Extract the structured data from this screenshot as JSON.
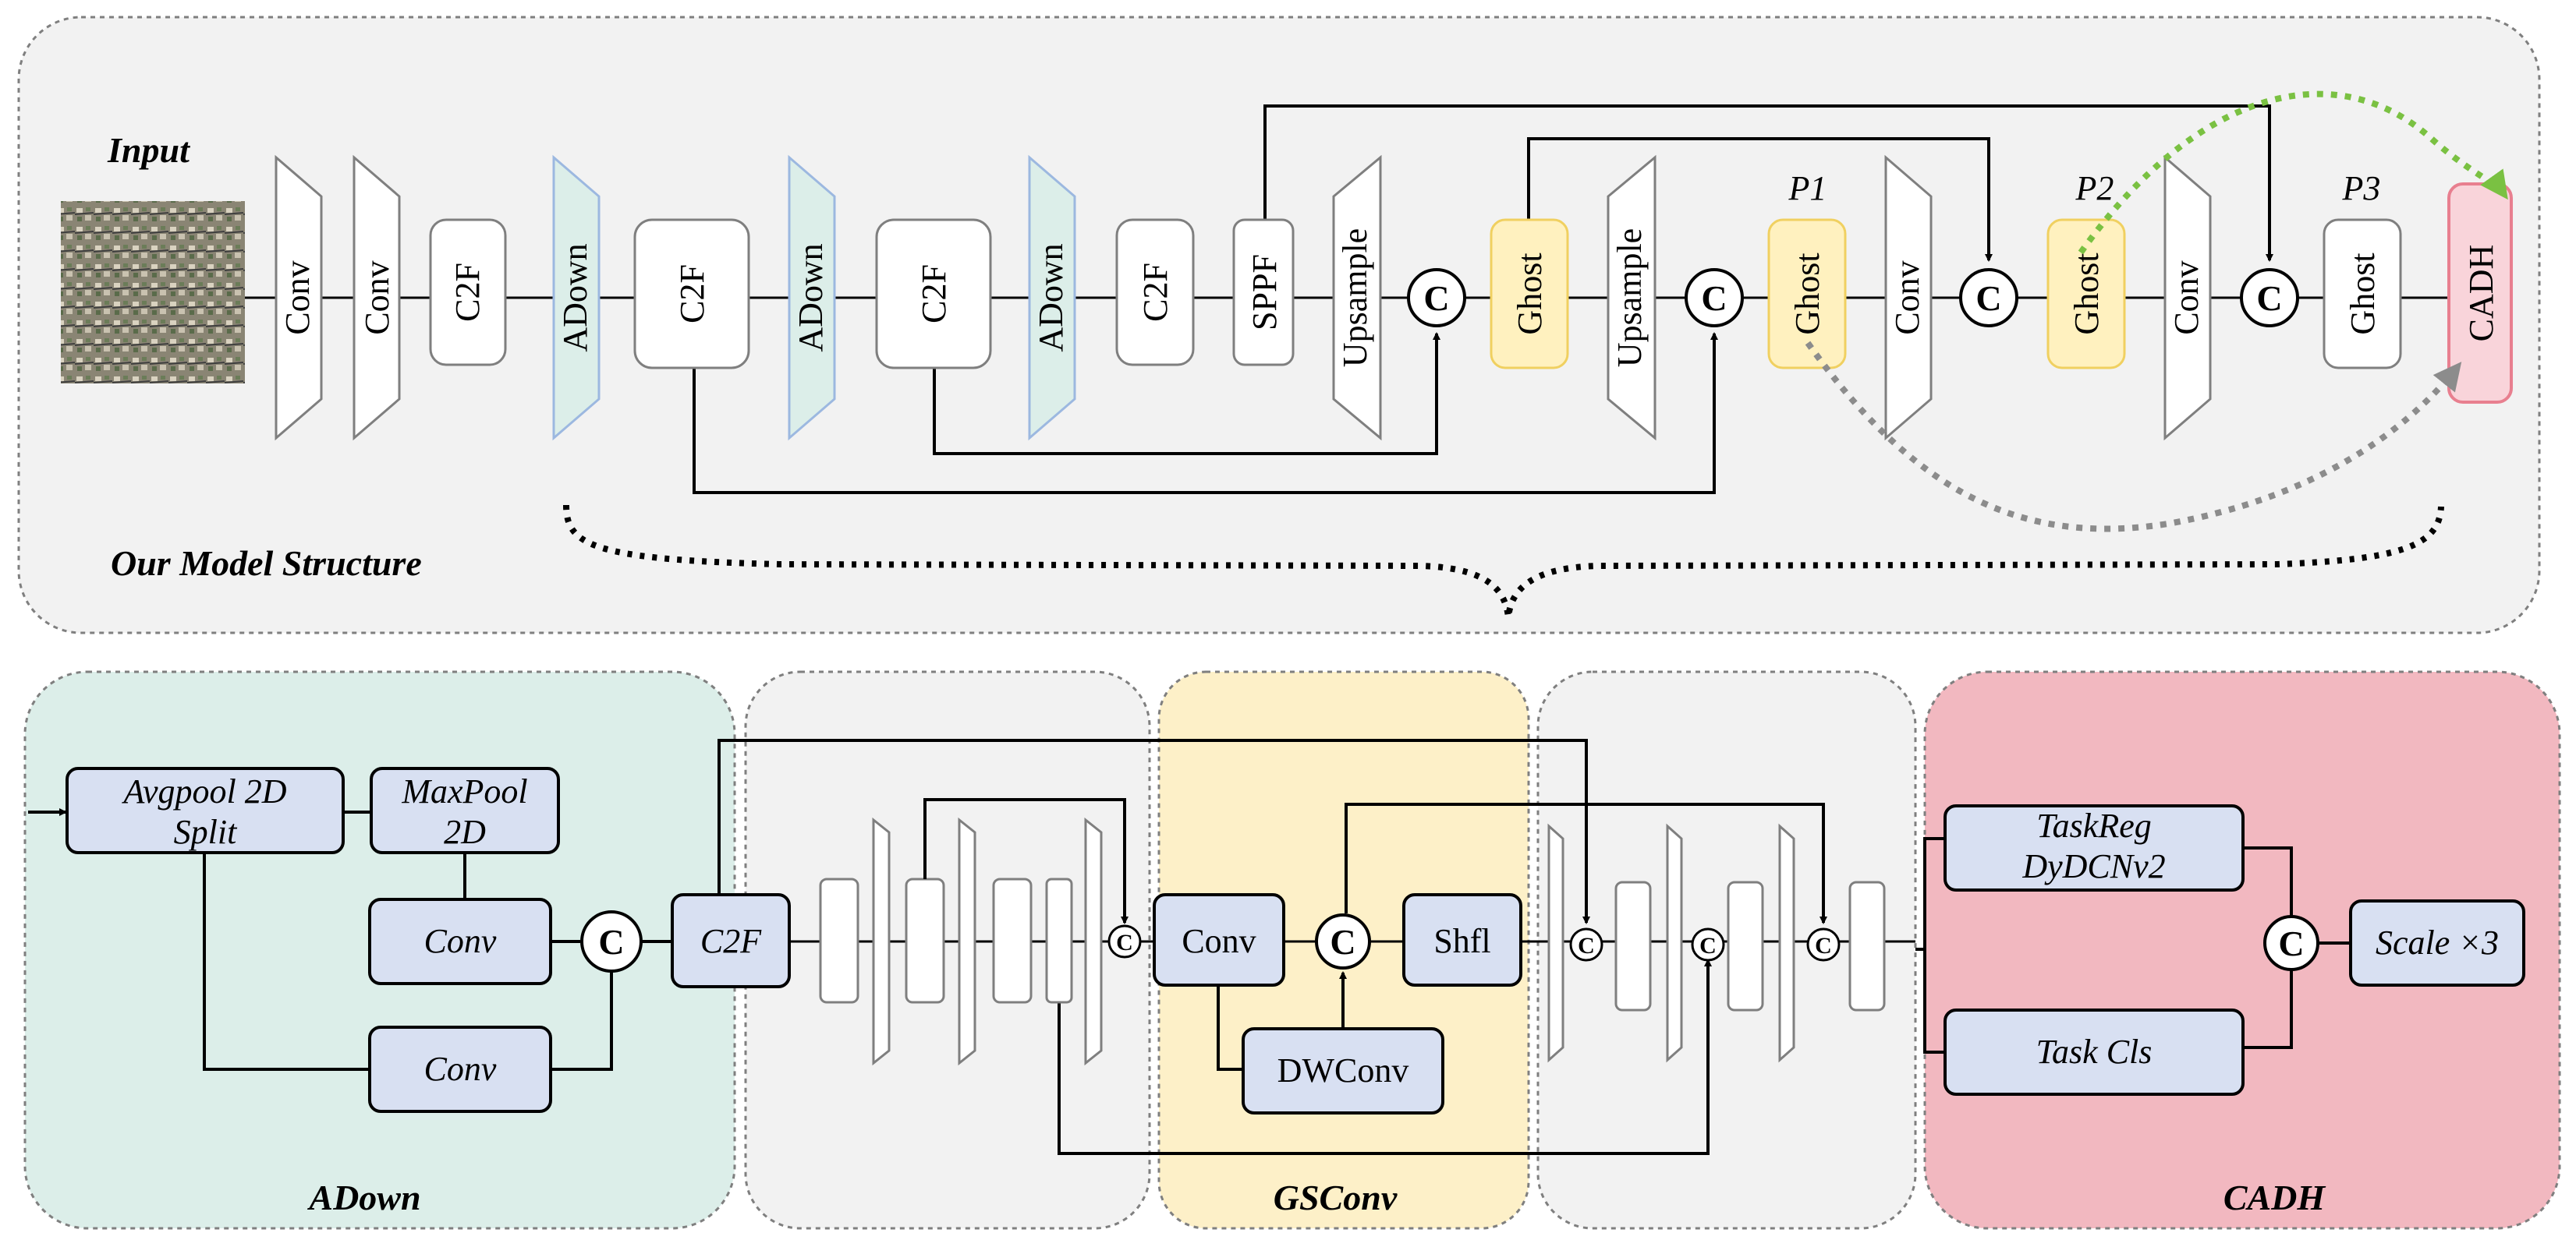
{
  "top": {
    "input_label": "Input",
    "model_label": "Our Model Structure",
    "p_labels": [
      "P1",
      "P2",
      "P3"
    ],
    "blocks": [
      "Conv",
      "Conv",
      "C2F",
      "ADown",
      "C2F",
      "ADown",
      "C2F",
      "ADown",
      "C2F",
      "SPPF",
      "Upsample",
      "Ghost",
      "Upsample",
      "Ghost",
      "Conv",
      "Ghost",
      "Conv",
      "Ghost",
      "CADH"
    ],
    "concat_symbol": "C"
  },
  "panels": {
    "adown": {
      "title": "ADown",
      "avgpool_line1": "Avgpool 2D",
      "avgpool_line2": "Split",
      "maxpool_line1": "MaxPool",
      "maxpool_line2": "2D",
      "conv_a": "Conv",
      "conv_b": "Conv",
      "c2f": "C2F"
    },
    "gsconv": {
      "title": "GSConv",
      "conv": "Conv",
      "dwconv": "DWConv",
      "shfl": "Shfl"
    },
    "cadh": {
      "title": "CADH",
      "taskreg_line1": "TaskReg",
      "taskreg_line2": "DyDCNv2",
      "taskcls": "Task Cls",
      "scale": "Scale ×3"
    }
  },
  "colors": {
    "adown_fill": "#dceee9",
    "gsconv_fill": "#fdf0c8",
    "cadh_fill": "#f2b8c0",
    "ghost_fill": "#fff1bf",
    "ghost_stroke": "#f0d060",
    "blue_box": "#d8e0f2",
    "trap_fill": "#dceee9",
    "trap_stroke": "#9cb8e0",
    "green_arrow": "#7ac142",
    "gray_arrow": "#8c8c8c"
  }
}
